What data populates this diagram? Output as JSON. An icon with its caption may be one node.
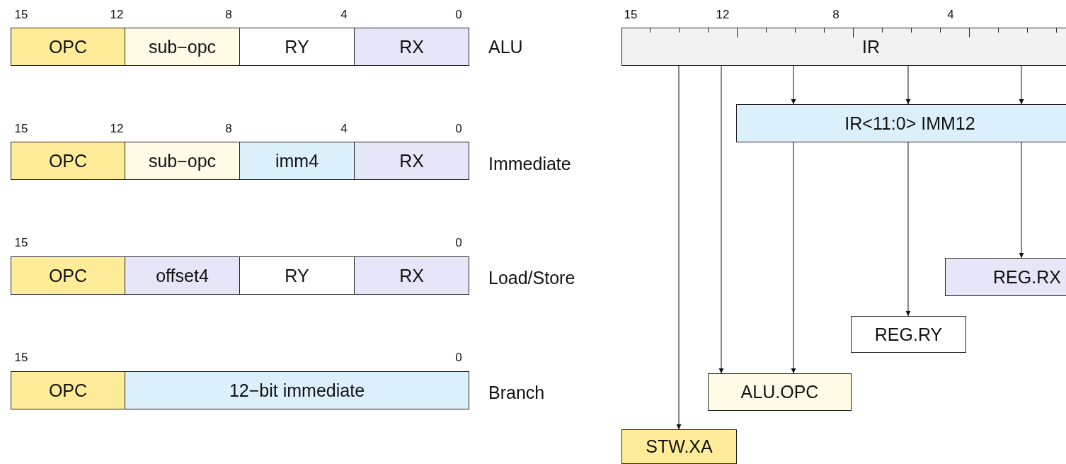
{
  "diagram": {
    "nodes": [
      {
        "text": [
          "OPC"
        ]
      },
      {
        "text": [
          "sub−opc"
        ]
      },
      {
        "text": [
          "RY"
        ]
      },
      {
        "text": [
          "RX"
        ]
      },
      {
        "text": [
          "OPC"
        ]
      },
      {
        "text": [
          "sub−opc"
        ]
      },
      {
        "text": [
          "imm4"
        ]
      },
      {
        "text": [
          "RX"
        ]
      },
      {
        "text": [
          "OPC"
        ]
      },
      {
        "text": [
          "offset4"
        ]
      },
      {
        "text": [
          "RY"
        ]
      },
      {
        "text": [
          "RX"
        ]
      },
      {
        "text": [
          "OPC"
        ]
      },
      {
        "text": [
          "12−bit immediate"
        ]
      },
      {
        "text": [
          "IR"
        ]
      },
      {
        "text": [
          "IR<11:0> IMM12"
        ]
      },
      {
        "text": [
          "REG.RX"
        ]
      },
      {
        "text": [
          "REG.RY"
        ]
      },
      {
        "text": [
          "ALU.OPC"
        ]
      },
      {
        "text": [
          "STW.XA"
        ]
      }
    ],
    "edges": [
      {
        "from": 14,
        "to": 15,
        "arrow": "to"
      },
      {
        "from": 14,
        "to": 15,
        "arrow": "to"
      },
      {
        "from": 14,
        "to": 15,
        "arrow": "to"
      },
      {
        "from": 15,
        "to": 18,
        "arrow": "to"
      },
      {
        "from": 15,
        "to": 17,
        "arrow": "to"
      },
      {
        "from": 15,
        "to": 16,
        "arrow": "to"
      },
      {
        "from": 14,
        "to": 18,
        "arrow": "to"
      },
      {
        "from": 14,
        "to": 19,
        "arrow": "to"
      }
    ],
    "labels": [
      "15",
      "12",
      "8",
      "4",
      "0",
      "15",
      "12",
      "8",
      "4",
      "ALU",
      "15",
      "12",
      "8",
      "4",
      "0",
      "Immediate",
      "15",
      "0",
      "Load/Store",
      "15",
      "0",
      "Branch"
    ]
  }
}
